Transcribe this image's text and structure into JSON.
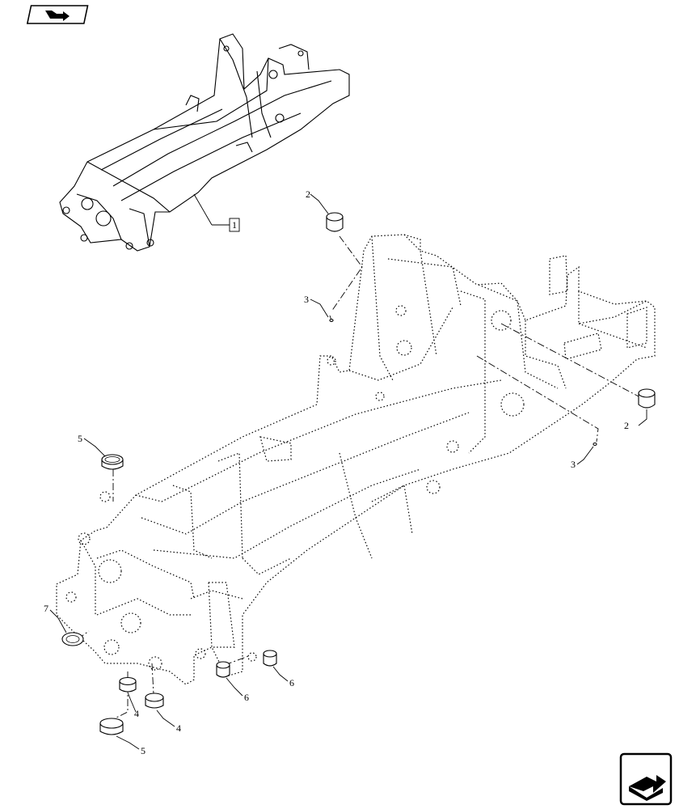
{
  "callouts": {
    "thumbnail_ref": "1",
    "c2_top": "2",
    "c3_top": "3",
    "c2_right": "2",
    "c3_right": "3",
    "c5_top": "5",
    "c7": "7",
    "c6_left": "6",
    "c6_right": "6",
    "c4_left": "4",
    "c4_right": "4",
    "c5_bottom": "5"
  },
  "icons": {
    "top_left": "page-back-arrow-icon",
    "bottom_right": "next-page-arrow-icon"
  }
}
